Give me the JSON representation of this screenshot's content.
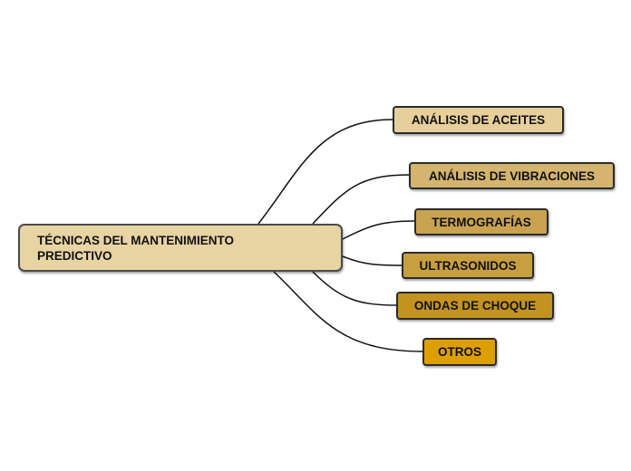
{
  "central": {
    "label": "TÉCNICAS DEL MANTENIMIENTO PREDICTIVO",
    "color": "#e8d3a3"
  },
  "branches": [
    {
      "label": "ANÁLISIS DE ACEITES",
      "color": "#e6cf9a"
    },
    {
      "label": "ANÁLISIS DE VIBRACIONES",
      "color": "#d4b46e"
    },
    {
      "label": "TERMOGRAFÍAS",
      "color": "#c9a350"
    },
    {
      "label": "ULTRASONIDOS",
      "color": "#c79f3e"
    },
    {
      "label": "ONDAS DE CHOQUE",
      "color": "#c4921e"
    },
    {
      "label": "OTROS",
      "color": "#dd9f00"
    }
  ]
}
